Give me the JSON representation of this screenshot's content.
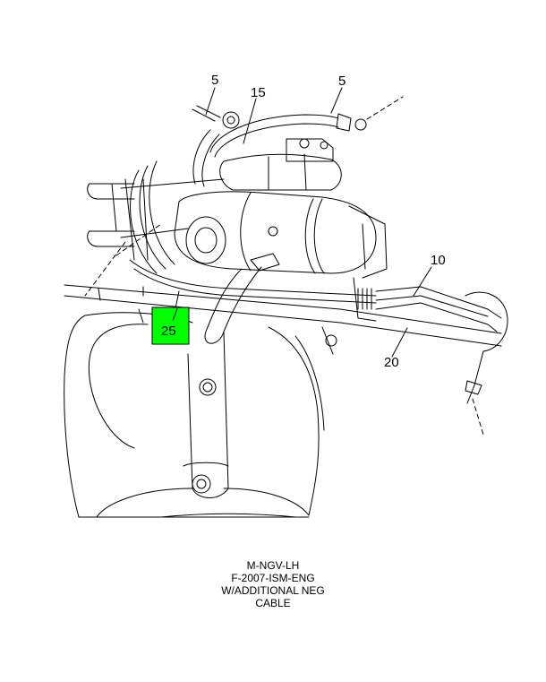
{
  "callouts": [
    {
      "label": "5"
    },
    {
      "label": "15"
    },
    {
      "label": "5"
    },
    {
      "label": "10"
    },
    {
      "label": "25"
    },
    {
      "label": "20"
    }
  ],
  "highlight_color": "#00ff00",
  "caption": {
    "lines": [
      "M-NGV-LH",
      "F-2007-ISM-ENG",
      "W/ADDITIONAL NEG",
      "CABLE"
    ]
  }
}
